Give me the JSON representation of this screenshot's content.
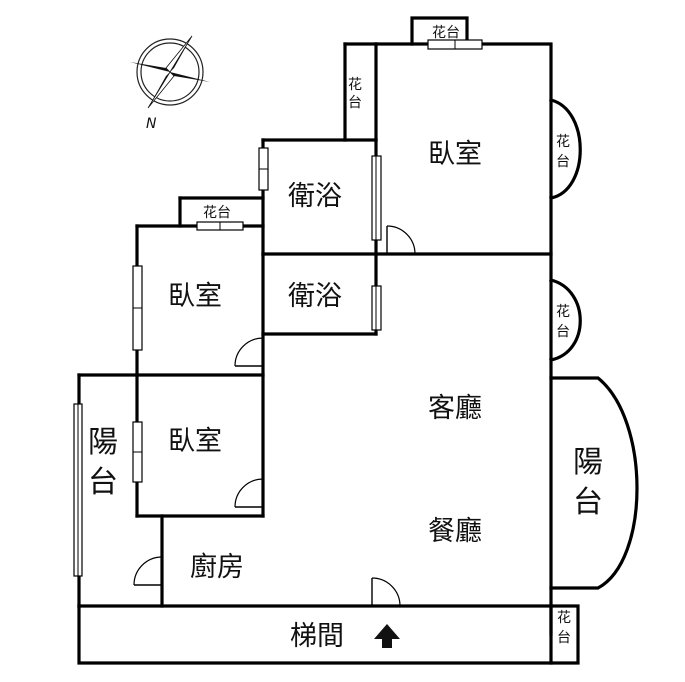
{
  "compass": {
    "north_label": "N"
  },
  "rooms": {
    "bedroom_top": "臥室",
    "bath_top": "衛浴",
    "bedroom_mid": "臥室",
    "bath_mid": "衛浴",
    "bedroom_low": "臥室",
    "living": "客廳",
    "dining": "餐廳",
    "kitchen": "廚房",
    "stair": "梯間"
  },
  "balcony": {
    "line1": "陽",
    "line2": "台"
  },
  "planter": {
    "line1": "花",
    "line2": "台",
    "full": "花台"
  }
}
